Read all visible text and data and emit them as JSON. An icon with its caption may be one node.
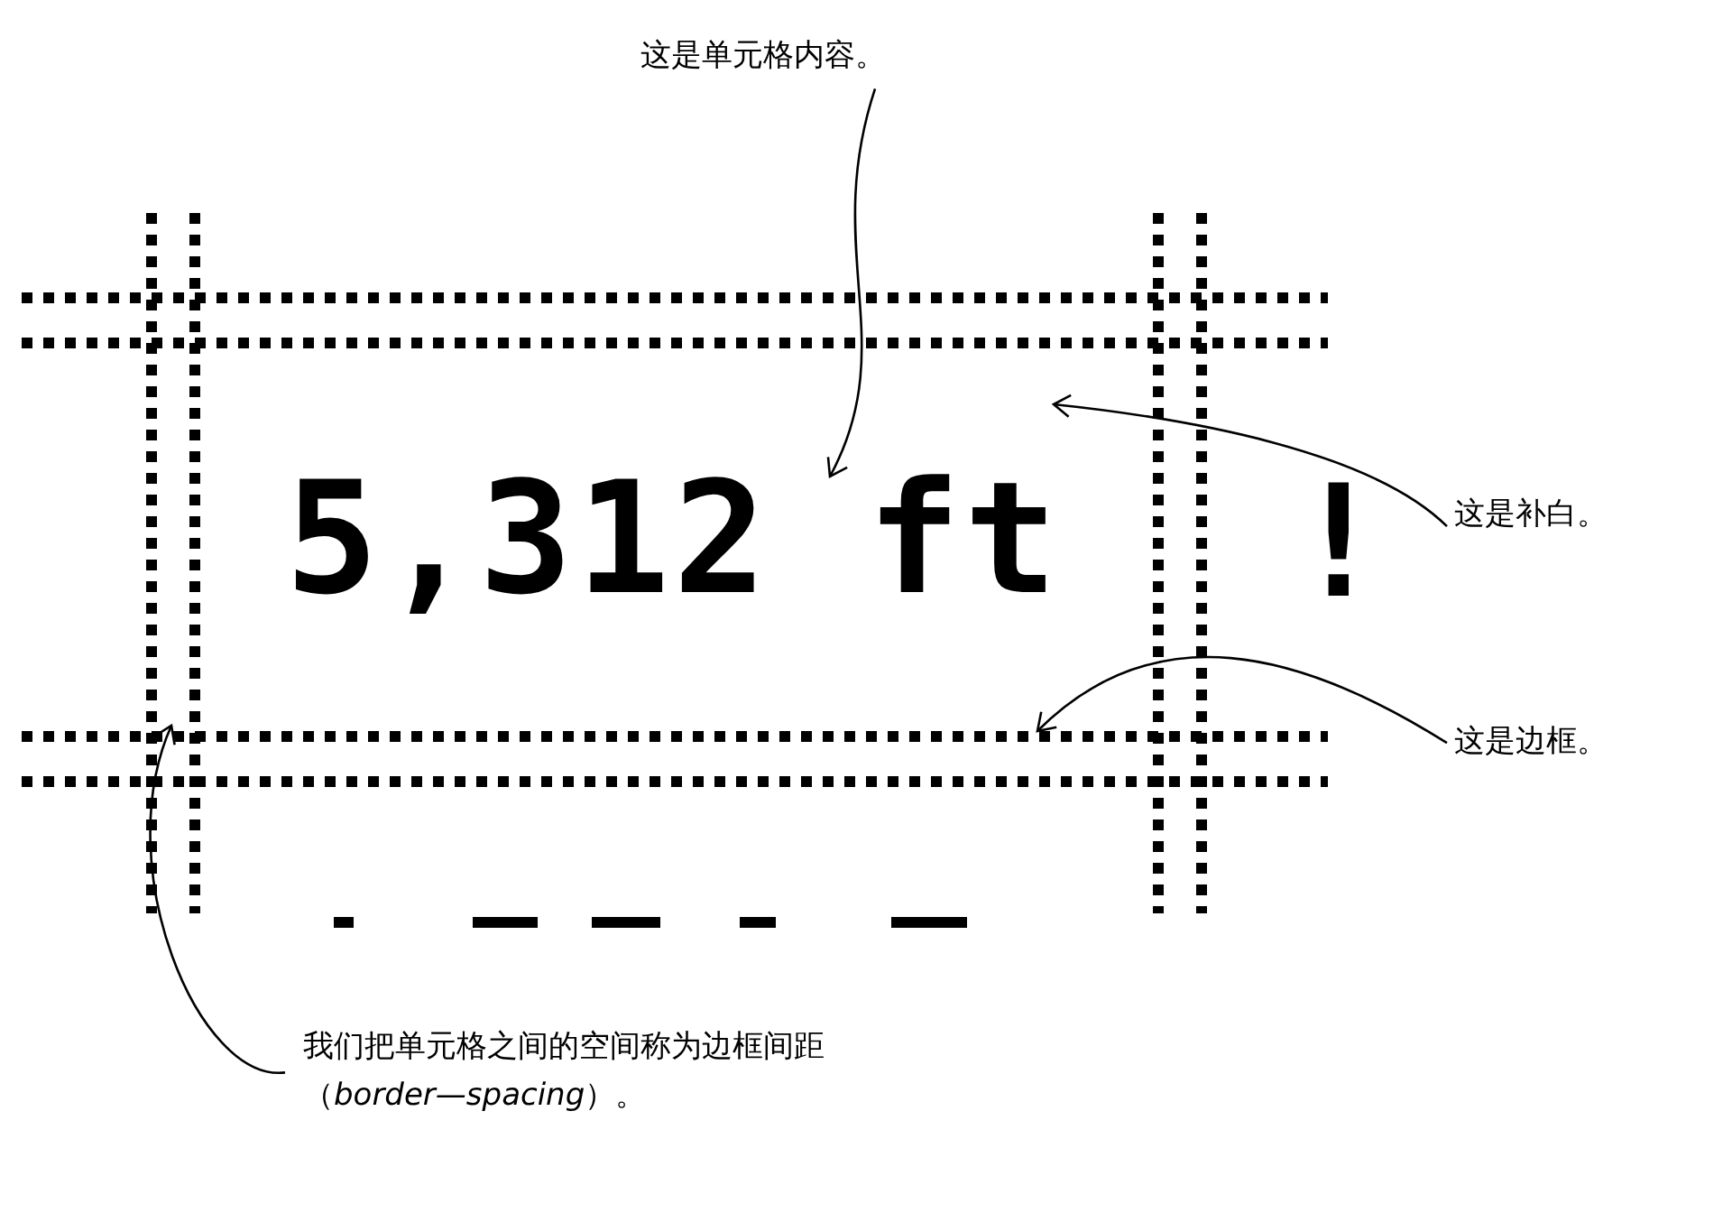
{
  "diagram": {
    "nodes": [
      {
        "text": [
          "这是单元格内容。"
        ]
      },
      {
        "text": [
          "5,312 ft"
        ]
      },
      {
        "text": [
          "这是补白。"
        ]
      },
      {
        "text": [
          "这是边框。"
        ]
      },
      {
        "text": [
          "我们把单元格之间的空间称为边框间距（*border—spacing*）。"
        ]
      }
    ],
    "edges": [
      {
        "from": 0,
        "to": 1,
        "arrow": "to"
      },
      {
        "from": 2,
        "to": null,
        "arrow": "to"
      },
      {
        "from": 3,
        "to": null,
        "arrow": "to"
      },
      {
        "from": 4,
        "to": null,
        "arrow": "to"
      }
    ],
    "labels": [
      "!"
    ]
  }
}
